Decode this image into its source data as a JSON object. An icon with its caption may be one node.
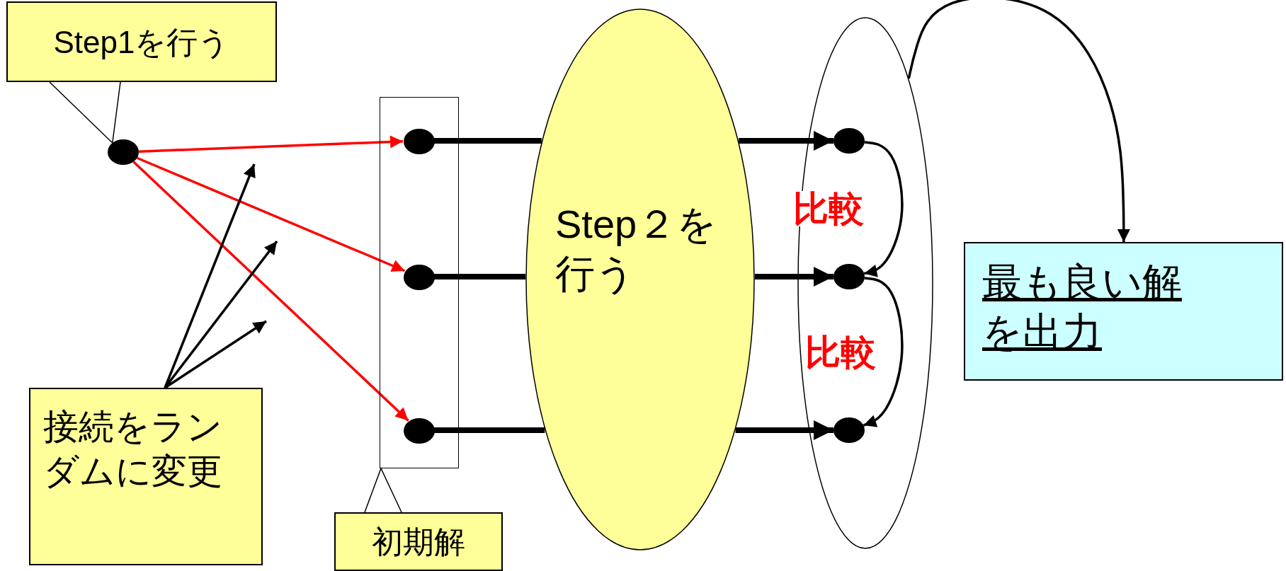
{
  "diagram": {
    "nodes": [
      {
        "text": [
          "Step1を行う"
        ]
      },
      {
        "text": [],
        "shape": "circle"
      },
      {
        "text": [],
        "shape": "box"
      },
      {
        "text": [],
        "shape": "circle",
        "in": 2
      },
      {
        "text": [],
        "shape": "circle",
        "in": 2
      },
      {
        "text": [],
        "shape": "circle",
        "in": 2
      },
      {
        "text": [
          "初期解"
        ]
      },
      {
        "text": [
          "接続をランダムに変更"
        ]
      },
      {
        "text": [
          "Step２を行う"
        ]
      },
      {
        "text": [],
        "shape": "ellipse"
      },
      {
        "text": [],
        "shape": "circle",
        "in": 9
      },
      {
        "text": [],
        "shape": "circle",
        "in": 9
      },
      {
        "text": [],
        "shape": "circle",
        "in": 9
      },
      {
        "text": [
          "最も良い解を出力"
        ]
      }
    ],
    "edges": [
      {
        "from": 0,
        "to": 1,
        "arrow": "none"
      },
      {
        "from": 1,
        "to": 3,
        "arrow": "to",
        "color": "#ff0000"
      },
      {
        "from": 1,
        "to": 4,
        "arrow": "to",
        "color": "#ff0000"
      },
      {
        "from": 1,
        "to": 5,
        "arrow": "to",
        "color": "#ff0000"
      },
      {
        "from": 7,
        "to": null,
        "arrow": "to"
      },
      {
        "from": 7,
        "to": null,
        "arrow": "to"
      },
      {
        "from": 7,
        "to": null,
        "arrow": "to"
      },
      {
        "from": 6,
        "to": 2,
        "arrow": "none"
      },
      {
        "from": 3,
        "to": 8,
        "arrow": "none",
        "style": "thick"
      },
      {
        "from": 4,
        "to": 8,
        "arrow": "none",
        "style": "thick"
      },
      {
        "from": 5,
        "to": 8,
        "arrow": "none",
        "style": "thick"
      },
      {
        "from": 8,
        "to": 10,
        "arrow": "to",
        "style": "thick"
      },
      {
        "from": 8,
        "to": 11,
        "arrow": "to",
        "style": "thick"
      },
      {
        "from": 8,
        "to": 12,
        "arrow": "to",
        "style": "thick"
      },
      {
        "from": 10,
        "to": 11,
        "arrow": "to",
        "label": "比較"
      },
      {
        "from": 11,
        "to": 12,
        "arrow": "to",
        "label": "比較"
      },
      {
        "from": 9,
        "to": 13,
        "arrow": "to"
      }
    ]
  }
}
